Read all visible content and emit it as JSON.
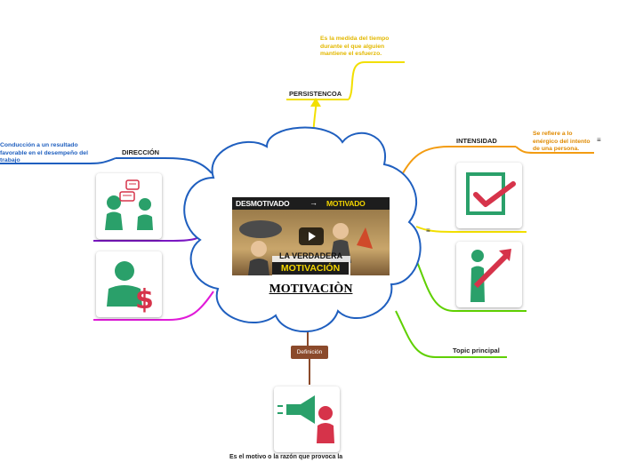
{
  "central": {
    "title": "MOTIVACIÒN",
    "video": {
      "left_label": "DESMOTIVADO",
      "right_label": "MOTIVADO",
      "line1": "LA VERDADERA",
      "line2": "MOTIVACIÓN"
    }
  },
  "branches": {
    "persistencia": {
      "label": "PERSISTENCOA",
      "note": [
        "Es la medida del tiempo",
        "durante el que alguien",
        "mantiene el esfuerzo."
      ],
      "color": "#f2df00"
    },
    "direccion": {
      "label": "DIRECCIÓN",
      "note": [
        "Conducción a un resultado",
        "favorable en el desempeño del",
        "trabajo"
      ],
      "color": "#1f5fbf"
    },
    "intensidad": {
      "label": "INTENSIDAD",
      "note": [
        "Se refiere a lo",
        "enérgico del intento",
        "de una persona."
      ],
      "color": "#f39c12"
    },
    "topic": {
      "label": "Topic principal",
      "color": "#5fd000"
    },
    "definicion": {
      "label": "Definición",
      "note": "Es el motivo o la razón que provoca la",
      "color": "#8b4a2b"
    },
    "purple": {
      "color": "#7a18c2"
    },
    "magenta": {
      "color": "#e01ad8"
    },
    "yellow2": {
      "color": "#f2df00"
    }
  },
  "icons": [
    "chat-people-icon",
    "person-dollar-icon",
    "checkbox-icon",
    "growth-arrow-person-icon",
    "megaphone-person-icon"
  ]
}
